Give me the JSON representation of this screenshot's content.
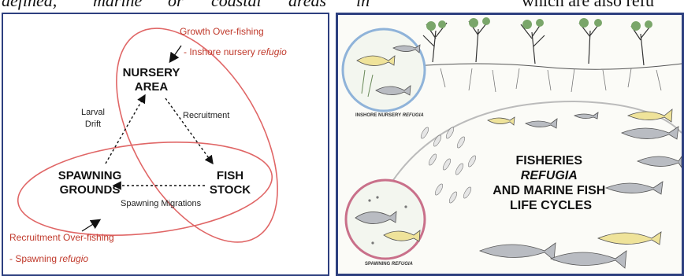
{
  "caption": {
    "word1": "defined,",
    "word2": "marine",
    "word3": "or",
    "word4": "coastal",
    "word5": "areas",
    "word6": "in",
    "word7": "which",
    "tail": "which are also refu"
  },
  "cycle_diagram": {
    "nodes": {
      "nursery_line1": "NURSERY",
      "nursery_line2": "AREA",
      "spawning_line1": "SPAWNING",
      "spawning_line2": "GROUNDS",
      "fish_line1": "FISH",
      "fish_line2": "STOCK"
    },
    "edges": {
      "larval_line1": "Larval",
      "larval_line2": "Drift",
      "recruitment": "Recruitment",
      "spawning_migrations": "Spawning Migrations"
    },
    "annotations": {
      "growth_overfishing": "Growth Over-fishing",
      "inshore_prefix": "- Inshore nursery ",
      "inshore_italic": "refugio",
      "recruitment_overfishing": "Recruitment Over-fishing",
      "spawning_prefix": "- Spawning ",
      "spawning_italic": "refugio"
    },
    "colors": {
      "ellipse": "#e06666",
      "annotation_text": "#c0392b",
      "border": "#2d3f7f"
    }
  },
  "illustration": {
    "title_line1": "FISHERIES",
    "title_line2": "REFUGIA",
    "title_line3": "AND MARINE FISH",
    "title_line4": "LIFE CYCLES",
    "inset_top_caption_prefix": "INSHORE NURSERY ",
    "inset_top_caption_italic": "REFUGIA",
    "inset_bottom_caption_prefix": "SPAWNING ",
    "inset_bottom_caption_italic": "REFUGIA",
    "colors": {
      "inset_top_ring": "#8fb3d9",
      "inset_bottom_ring": "#c9708a",
      "fish_yellow": "#efe39a",
      "fish_grey": "#b9bcc2"
    }
  }
}
